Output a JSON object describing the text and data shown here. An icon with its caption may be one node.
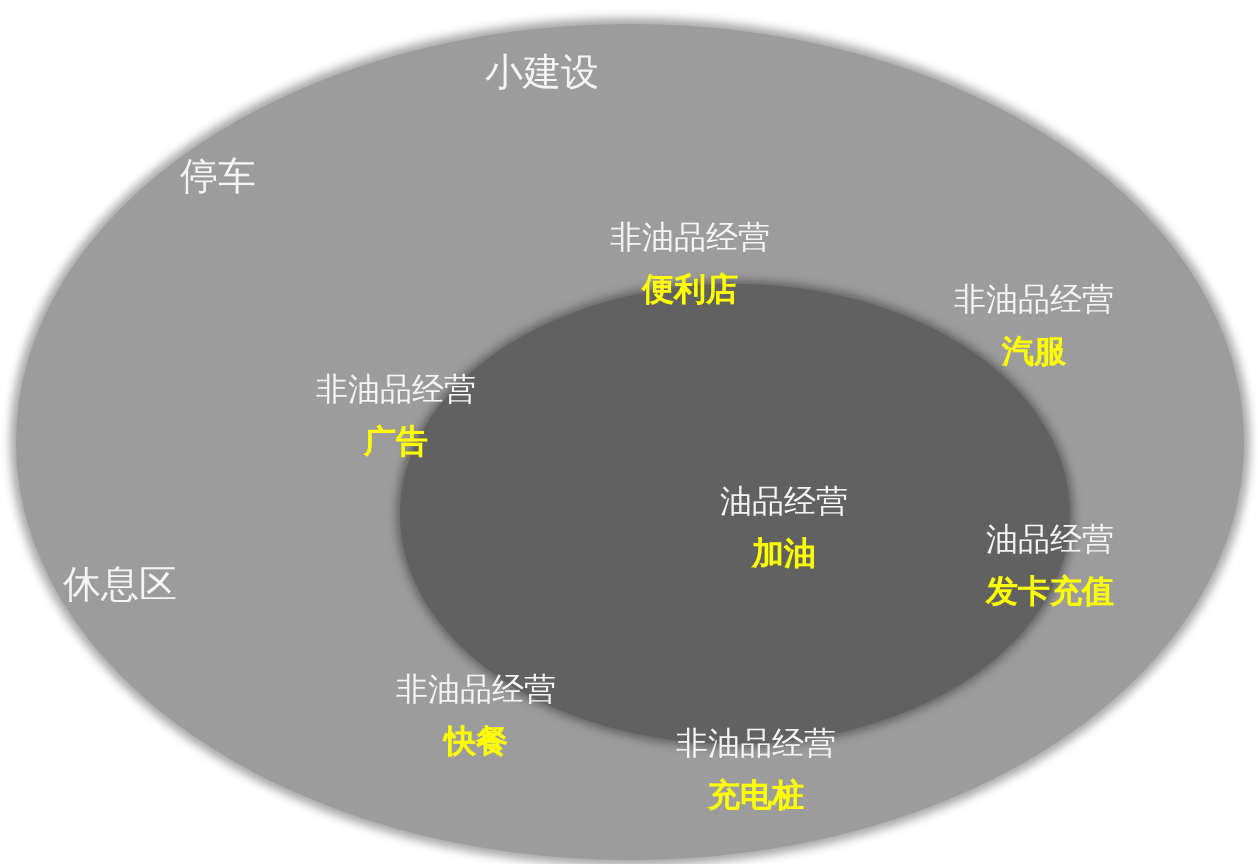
{
  "diagram": {
    "nodes": [
      {
        "text": [
          "小建设",
          "停车",
          "休息区"
        ]
      },
      {
        "text": [
          "非油品经营",
          "便利店"
        ],
        "in": 0
      },
      {
        "text": [
          "非油品经营",
          "汽服"
        ],
        "in": 0
      },
      {
        "text": [
          "非油品经营",
          "广告"
        ],
        "in": 0
      },
      {
        "text": [],
        "shape": "ellipse",
        "in": 0
      },
      {
        "text": [
          "油品经营",
          "加油"
        ],
        "in": 4
      },
      {
        "text": [
          "油品经营",
          "发卡充值"
        ],
        "in": 0
      },
      {
        "text": [
          "非油品经营",
          "快餐"
        ],
        "in": 0
      },
      {
        "text": [
          "非油品经营",
          "充电桩"
        ],
        "in": 0
      }
    ],
    "edges": []
  }
}
